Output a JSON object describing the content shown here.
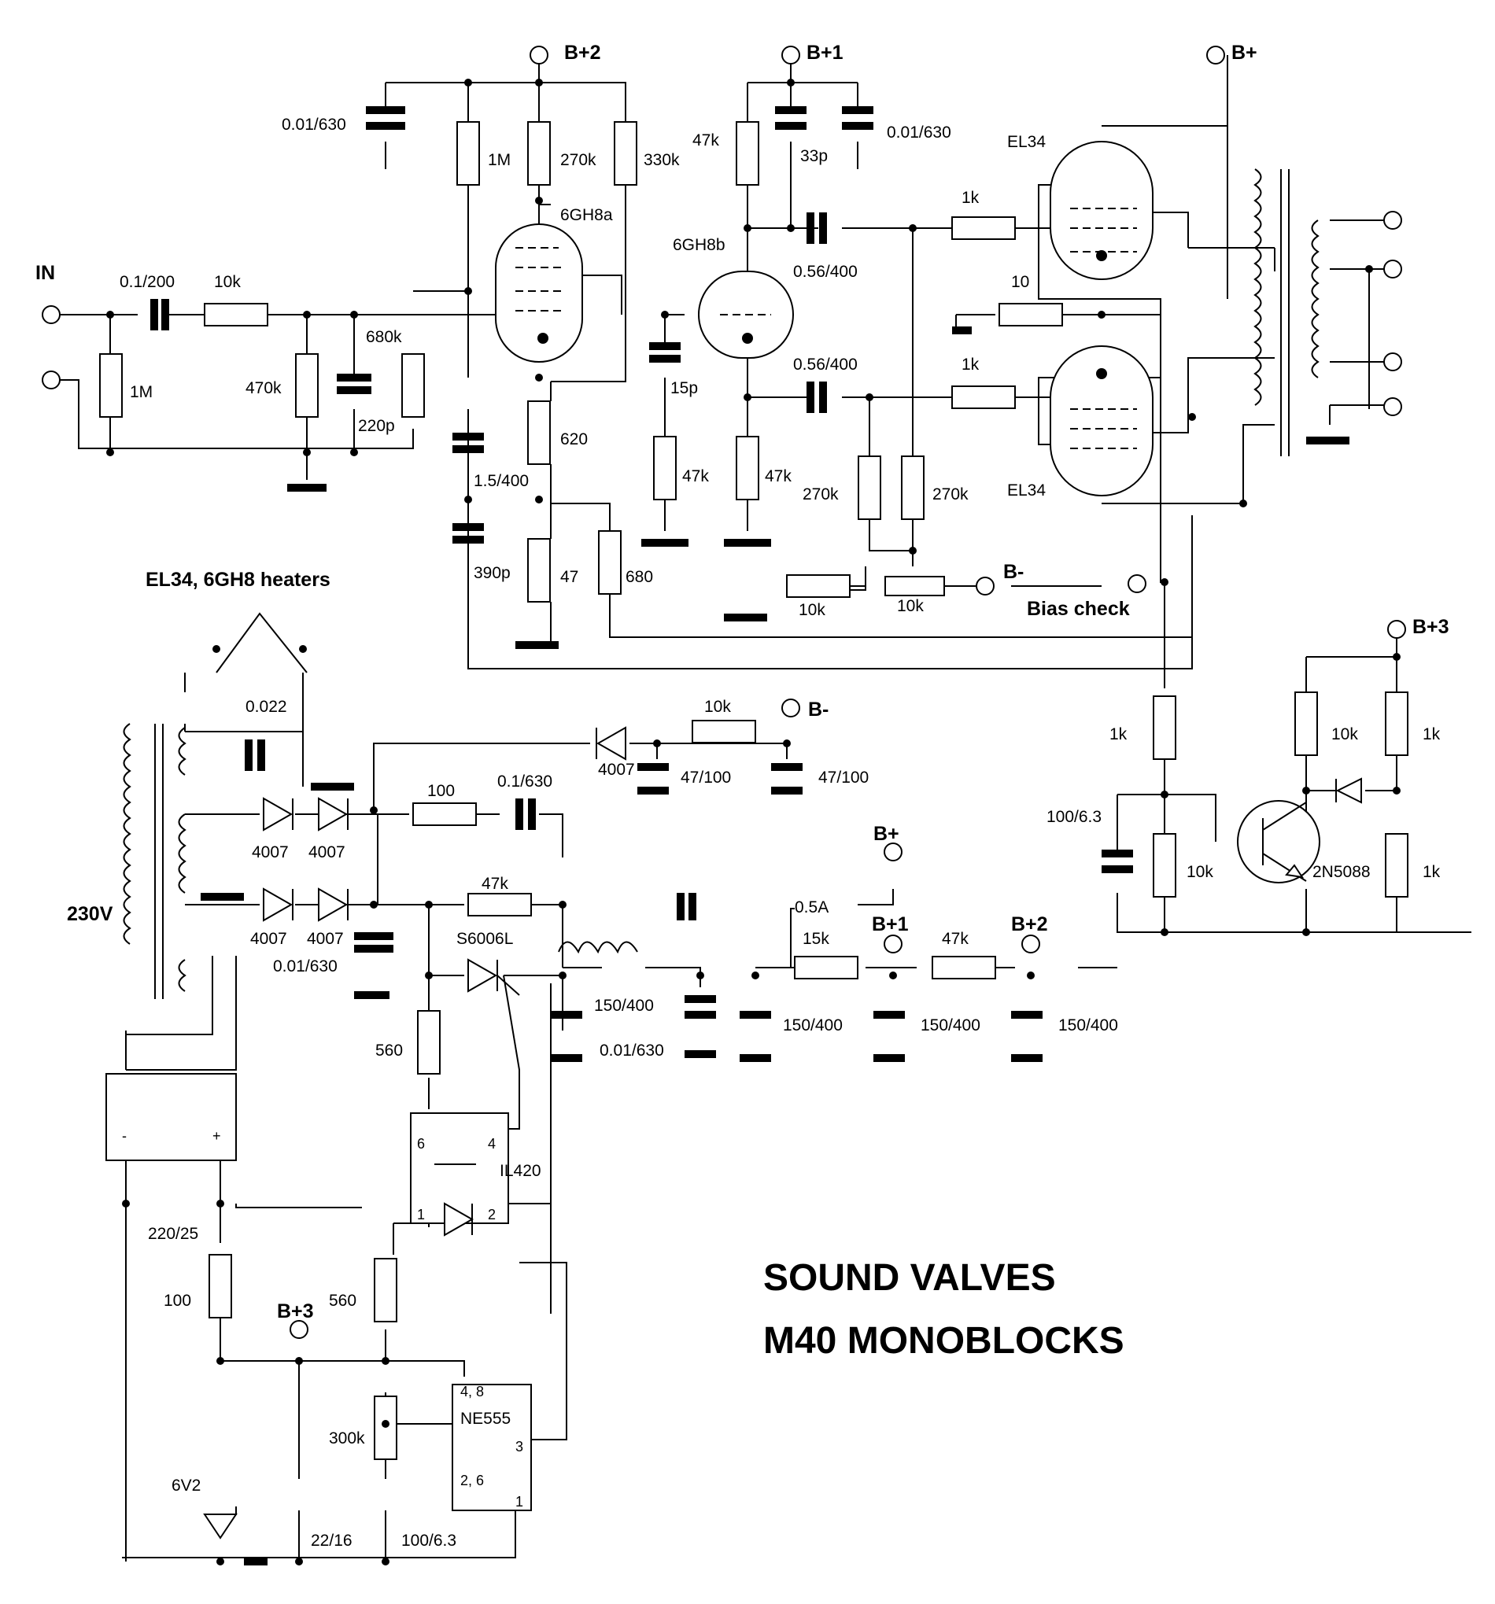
{
  "title": {
    "line1": "SOUND VALVES",
    "line2": "M40 MONOBLOCKS"
  },
  "rails": {
    "b_plus": "B+",
    "b_plus_1": "B+1",
    "b_plus_2": "B+2",
    "b_plus_3": "B+3",
    "b_minus": "B-"
  },
  "input": {
    "label": "IN",
    "c_in": "0.1/200",
    "r_series": "10k",
    "r_shunt": "1M",
    "r_470k": "470k",
    "c_220p": "220p",
    "r_680k": "680k"
  },
  "tubes": {
    "v1a": "6GH8a",
    "v1b": "6GH8b",
    "power_top": "EL34",
    "power_bottom": "EL34"
  },
  "driver_stage": {
    "c_b2_decoup": "0.01/630",
    "r_1m": "1M",
    "r_270k_plate": "270k",
    "r_330k": "330k",
    "r_620": "620",
    "c_1_5": "1.5/400",
    "c_390p": "390p",
    "r_47": "47",
    "r_680": "680"
  },
  "phase_splitter": {
    "r_47k_plate": "47k",
    "c_33p": "33p",
    "c_b1_decoup": "0.01/630",
    "c_15p": "15p",
    "r_47k_grid": "47k",
    "r_47k_cathode": "47k",
    "c_056_top": "0.56/400",
    "c_056_bottom": "0.56/400",
    "r_270k_a": "270k",
    "r_270k_b": "270k",
    "r_10k_bias": "10k",
    "pot_10k": "10k"
  },
  "output_stage": {
    "r_grid_stop": "1k",
    "r_sense": "10",
    "r_1k_gnd": "1k",
    "bias_check": "Bias check"
  },
  "bias_indicator": {
    "r_1k_in": "1k",
    "c_100": "100/6.3",
    "r_10k_gnd": "10k",
    "r_10k_base": "10k",
    "r_1k_top": "1k",
    "r_1k_bottom": "1k",
    "transistor": "2N5088"
  },
  "power_supply": {
    "heaters": "EL34, 6GH8 heaters",
    "c_0022": "0.022",
    "mains": "230V",
    "diodes": [
      "4007",
      "4007",
      "4007",
      "4007",
      "4007"
    ],
    "r_100": "100",
    "c_01_630": "0.1/630",
    "r_10k_neg": "10k",
    "c_47_100_a": "47/100",
    "c_47_100_b": "47/100",
    "c_001_630_a": "0.01/630",
    "c_001_630_b": "0.01/630",
    "r_47k": "47k",
    "scr": "S6006L",
    "fuse": "0.5A",
    "r_15k": "15k",
    "r_47k_b": "47k",
    "c_150_400_a": "150/400",
    "c_150_400_b": "150/400",
    "c_150_400_c": "150/400",
    "c_150_400_d": "150/400",
    "r_560_a": "560",
    "opto": "IL420",
    "opto_pins": [
      "6",
      "4",
      "1",
      "2"
    ]
  },
  "low_voltage": {
    "c_220_25": "220/25",
    "r_100": "100",
    "zener": "6V2",
    "c_22_16": "22/16",
    "r_560": "560",
    "r_300k": "300k",
    "c_100_63": "100/6.3",
    "timer": "NE555",
    "pins_48": "4, 8",
    "pin_3": "3",
    "pins_26": "2, 6",
    "pin_1": "1",
    "bridge_minus": "-",
    "bridge_plus": "+"
  }
}
